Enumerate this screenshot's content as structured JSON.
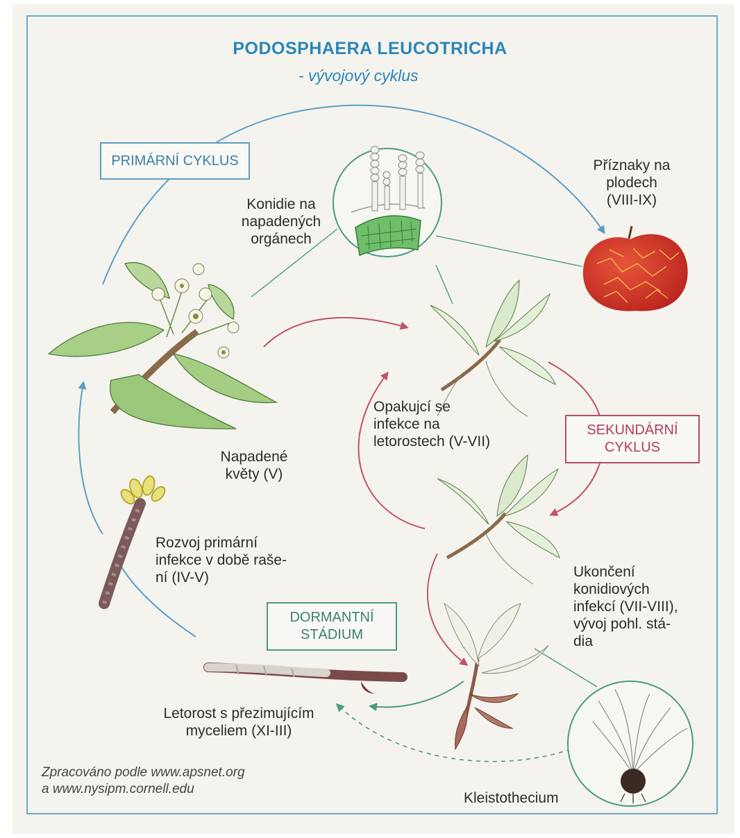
{
  "header": {
    "title": "PODOSPHAERA LEUCOTRICHA",
    "subtitle": "- vývojový cyklus"
  },
  "boxes": {
    "primary": "PRIMÁRNÍ CYKLUS",
    "secondary": "SEKUNDÁRNÍ\nCYKLUS",
    "dormant": "DORMANTNÍ\nSTÁDIUM"
  },
  "labels": {
    "conidia": "Konidie na\nnapadených\norgánech",
    "fruit_symptoms": "Příznaky na\nplodech\n(VIII-IX)",
    "infected_flowers": "Napadené\nkvěty (V)",
    "repeated_infections": "Opakujcí se\ninfekce na\nletorostech (V-VII)",
    "primary_infection": "Rozvoj primární\ninfekce v době raše-\nní (IV-V)",
    "end_conidial": "Ukončení\nkonidiových\ninfekcí (VII-VIII),\nvývoj pohl. stá-\ndia",
    "overwintering": "Letorost s přezimujícím\nmyceliem (XI-III)",
    "cleistothecium": "Kleistothecium"
  },
  "credit": "Zpracováno podle www.apsnet.org\na www.nysipm.cornell.edu",
  "colors": {
    "primary_cycle": "#5b9fc4",
    "secondary_cycle": "#c0516b",
    "dormant": "#4a9a82",
    "title": "#2a86b8",
    "apple": "#d93a2e"
  },
  "icons": {
    "microscope_conidia": "conidia-microscope-icon",
    "apple": "apple-icon",
    "flower_branch": "flowering-branch-icon",
    "shoot": "infected-shoot-icon",
    "twig": "overwintering-twig-icon",
    "cleistothecium": "cleistothecium-icon"
  }
}
